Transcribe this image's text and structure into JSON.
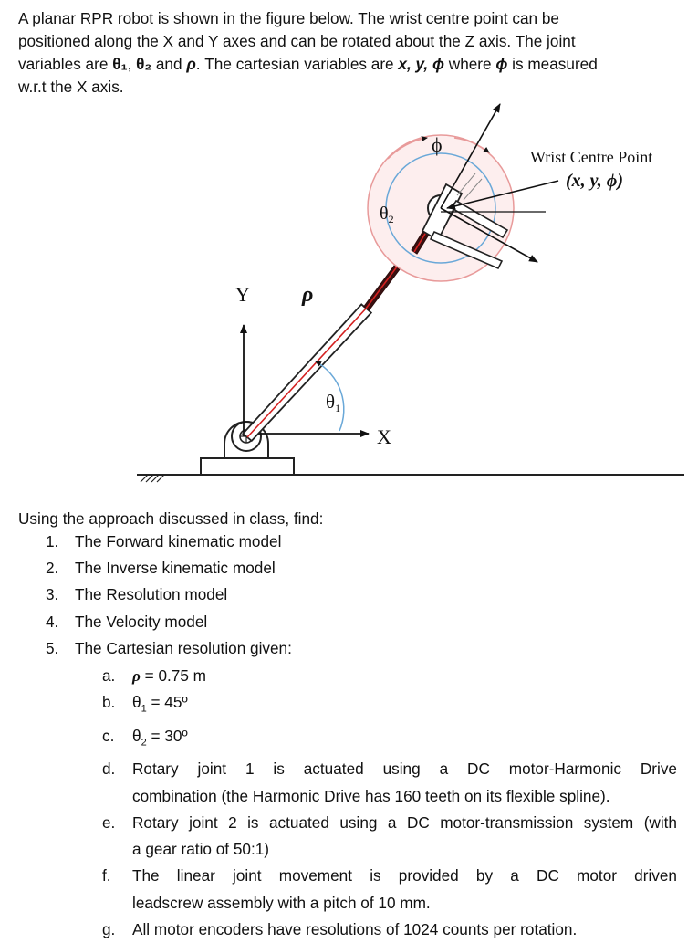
{
  "intro": {
    "line1": "A planar RPR robot is shown in the figure below. The wrist centre point can be",
    "line2": "positioned along the X and Y axes and can be rotated about the Z axis. The joint",
    "line3_a": "variables are ",
    "theta1": "θ₁",
    "sep1": ", ",
    "theta2": "θ₂",
    "and": " and ",
    "rho": "ρ",
    "line3_b": ". The cartesian variables are ",
    "cart": "x, y, ϕ",
    "line3_c": " where ",
    "phi": "ϕ",
    "line3_d": " is measured",
    "line4": "w.r.t the X axis."
  },
  "figure": {
    "label_y": "Y",
    "label_x": "X",
    "label_rho": "ρ",
    "label_theta1": "θ",
    "label_theta1_sub": "1",
    "label_theta2": "θ",
    "label_theta2_sub": "2",
    "label_phi": "ϕ",
    "wrist_title": "Wrist Centre Point",
    "wrist_coords": "(x, y, ϕ)",
    "colors": {
      "link_red": "#d42020",
      "circle_red": "#e89a9a",
      "circle_blue": "#6aa8d8",
      "dark_link": "#3a1010"
    }
  },
  "lead": "Using the approach discussed in class, find:",
  "tasks": [
    {
      "num": "1.",
      "text": "The Forward kinematic model"
    },
    {
      "num": "2.",
      "text": "The Inverse kinematic model"
    },
    {
      "num": "3.",
      "text": "The Resolution model"
    },
    {
      "num": "4.",
      "text": "The Velocity model"
    },
    {
      "num": "5.",
      "text": "The Cartesian resolution given:"
    }
  ],
  "subs": [
    {
      "letter": "a.",
      "sym": "ρ",
      "rest": " = 0.75 m"
    },
    {
      "letter": "b.",
      "sym": "θ",
      "sub": "1",
      "rest": " = 45º"
    },
    {
      "letter": "c.",
      "sym": "θ",
      "sub": "2",
      "rest": " = 30º"
    },
    {
      "letter": "d.",
      "line1": "Rotary joint 1 is actuated using a DC motor-Harmonic Drive",
      "line2": "combination (the Harmonic Drive has 160 teeth on its flexible spline)."
    },
    {
      "letter": "e.",
      "line1": "Rotary joint 2 is actuated using a DC motor-transmission system (with",
      "line2": "a gear ratio of 50:1)"
    },
    {
      "letter": "f.",
      "line1": "The linear joint movement is provided by a DC motor driven",
      "line2": "leadscrew assembly with a pitch of 10 mm."
    },
    {
      "letter": "g.",
      "line1": "All motor encoders have resolutions of 1024 counts per rotation."
    }
  ]
}
